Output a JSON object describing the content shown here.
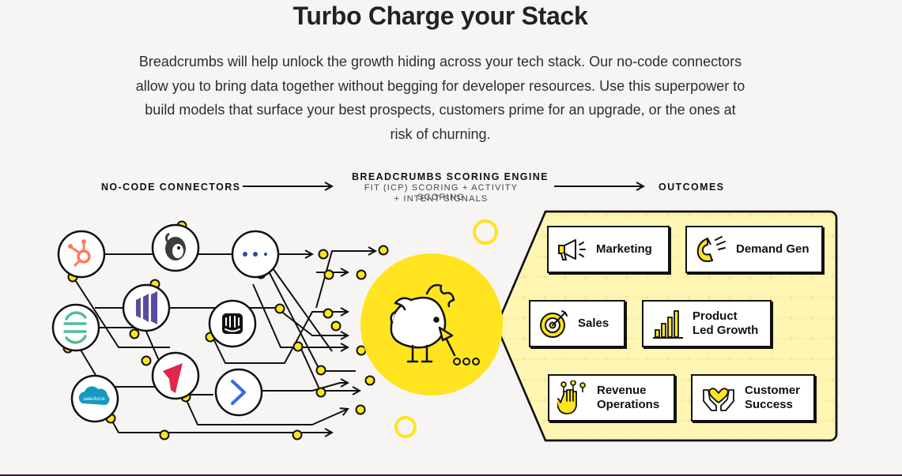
{
  "heading": "Turbo Charge your Stack",
  "description": "Breadcrumbs will help unlock the growth hiding across your tech stack. Our no-code connectors allow you to bring data together without begging for developer resources. Use this superpower to build models that surface your best prospects, customers prime for an upgrade, or the ones at risk of churning.",
  "stages": {
    "connectors": "NO-CODE CONNECTORS",
    "engine": "BREADCRUMBS SCORING ENGINE",
    "engine_sub_1": "FIT (ICP) SCORING + ACTIVITY SCORING",
    "engine_sub_2": "+ INTENT SIGNALS",
    "outcomes": "OUTCOMES"
  },
  "connectors": [
    "hubspot-logo",
    "mailchimp-logo",
    "more-dots",
    "segment-logo",
    "marketo-logo",
    "intercom-logo",
    "salesforce-logo",
    "pipedrive-logo",
    "activecampaign-logo"
  ],
  "salesforce_text": "salesforce",
  "outcomes": {
    "marketing": "Marketing",
    "demand_gen": "Demand Gen",
    "sales": "Sales",
    "product_led_1": "Product",
    "product_led_2": "Led Growth",
    "revenue_ops_1": "Revenue",
    "revenue_ops_2": "Operations",
    "customer_success_1": "Customer",
    "customer_success_2": "Success"
  },
  "colors": {
    "accent_yellow": "#ffe41f",
    "panel_yellow": "#fff6b3",
    "ink": "#111111"
  }
}
